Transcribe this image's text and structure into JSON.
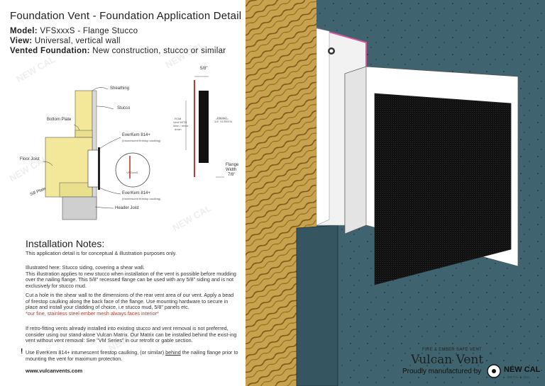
{
  "header": {
    "title": "Foundation Vent - Foundation Application Detail",
    "model_label": "Model:",
    "model_value": "VFSxxxS - Flange Stucco",
    "view_label": "View:",
    "view_value": "Universal, vertical wall",
    "vented_label": "Vented Foundation:",
    "vented_value": "New construction, stucco or similar"
  },
  "diagram": {
    "labels": {
      "sheathing": "Sheathing",
      "stucco": "Stucco",
      "bottom_plate": "Bottom Plate",
      "everkem_top": "EverKem 814+",
      "everkem_top_sub": "(Intumescent firestop caulking)",
      "floor_joist": "Floor Joist",
      "vfsxxxs": "VFSxxxS",
      "sill_plate": "Sill Plate",
      "everkem_bottom": "EverKem 814+",
      "everkem_bottom_sub": "(Intumescent firestop caulking)",
      "header_joist": "Header Joist",
      "dim_top": "5/8\"",
      "rom": "ROM",
      "rom_sub1": "Vent WITH",
      "rom_sub2": "shim / rebar",
      "rom_sub3": "down",
      "front": "FRONT",
      "front_sub": "1/4\" SCREEN",
      "flange": "Flange",
      "flange_width": "Width",
      "flange_dim": "7/8\""
    }
  },
  "notes": {
    "heading": "Installation Notes:",
    "p1": "This application detail is for conceptual & illustration purposes only.",
    "p2a": "Illustrated here: Stucco siding, covering a shear wall.",
    "p2b": "This illustration applies to new stucco when installation of the vent is possible before mudding over the nailing flange. This 5/8\" recessed flange can be used with any 5/8\" siding and is not exclusively for stucco mud.",
    "p3": "Cut a hole in the shear wall to the dimensions of the rear vent area of our vent. Apply a bead of firestop caulking along  the back face of the flange. Use mounting hardware to secure in place and install your cladding of choice, i.e stucco mud, 5/8\" panels etc.",
    "p3_red": "*our fine, stainless steel ember mesh always faces interior*",
    "p4": "If retro-fitting vents already installed into existing stucco and vent removal is not preferred, consider using our stand-alone Vulcan Matrix. Our Matrix can be installed behind the exist-ing vent without vent removal: See \"VM Series\" in our retrofit or gable section.",
    "warn_mark": "!",
    "p5a": "Use EverKem 814+ intumescent firestop caulking, (or similar) ",
    "p5_u": "behind",
    "p5b": " the nailing flange prior to mounting the vent for maximum protection.",
    "url": "www.vulcanvents.com"
  },
  "brand": {
    "tagline": "FIRE & EMBER SAFE VENT",
    "name": "Vulcan Vent",
    "reg": "®",
    "made_by": "Proudly manufactured by",
    "maker": "NEW CAL",
    "maker_sub": "METALS INC."
  },
  "watermark": "NEW CAL",
  "colors": {
    "wood": "#c9a24e",
    "teal_wall": "#3f6470",
    "flange_pink": "#d4589a",
    "accent_red": "#c0392b"
  }
}
